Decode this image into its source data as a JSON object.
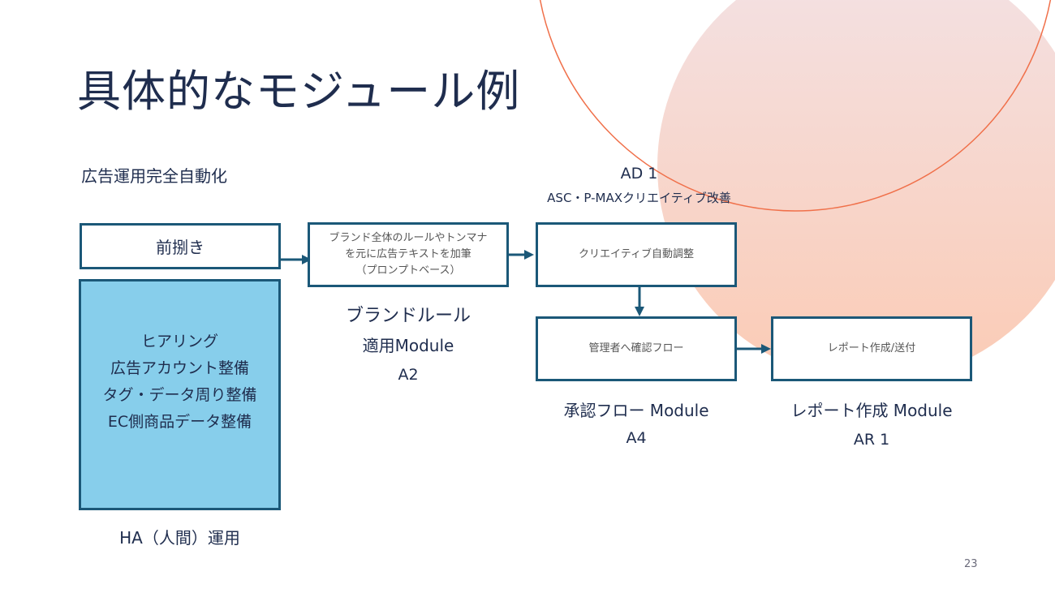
{
  "slide": {
    "title": "具体的なモジュール例",
    "section_label": "広告運用完全自動化",
    "page_number": "23"
  },
  "colors": {
    "box_border": "#1b5878",
    "arrow": "#1b5878",
    "human_box_fill": "#87ceeb",
    "title_text": "#1f2d4e",
    "circle_outline": "#f0704a",
    "circle_fill_top": "#f3e1e3",
    "circle_fill_bottom": "#fbcdb9"
  },
  "nodes": {
    "pre_groundwork": {
      "text": "前捌き"
    },
    "human_ops": {
      "lines": [
        "ヒアリング",
        "広告アカウント整備",
        "タグ・データ周り整備",
        "EC側商品データ整備"
      ],
      "caption": "HA（人間）運用"
    },
    "brand_rule": {
      "lines": [
        "ブランド全体のルールやトンマナ",
        "を元に広告テキストを加筆",
        "（プロンプトベース）"
      ],
      "caption_lines": [
        "ブランドルール",
        "適用Module",
        "A2"
      ]
    },
    "creative_adjust": {
      "text": "クリエイティブ自動調整",
      "header_lines": [
        "AD 1",
        "ASC・P-MAXクリエイティブ改善"
      ]
    },
    "approval_flow": {
      "text": "管理者へ確認フロー",
      "caption_lines": [
        "承認フロー Module",
        "A4"
      ]
    },
    "report": {
      "text": "レポート作成/送付",
      "caption_lines": [
        "レポート作成 Module",
        "AR 1"
      ]
    }
  },
  "edges": [
    {
      "from": "pre_groundwork",
      "to": "brand_rule"
    },
    {
      "from": "brand_rule",
      "to": "creative_adjust"
    },
    {
      "from": "creative_adjust",
      "to": "approval_flow"
    },
    {
      "from": "approval_flow",
      "to": "report"
    }
  ]
}
